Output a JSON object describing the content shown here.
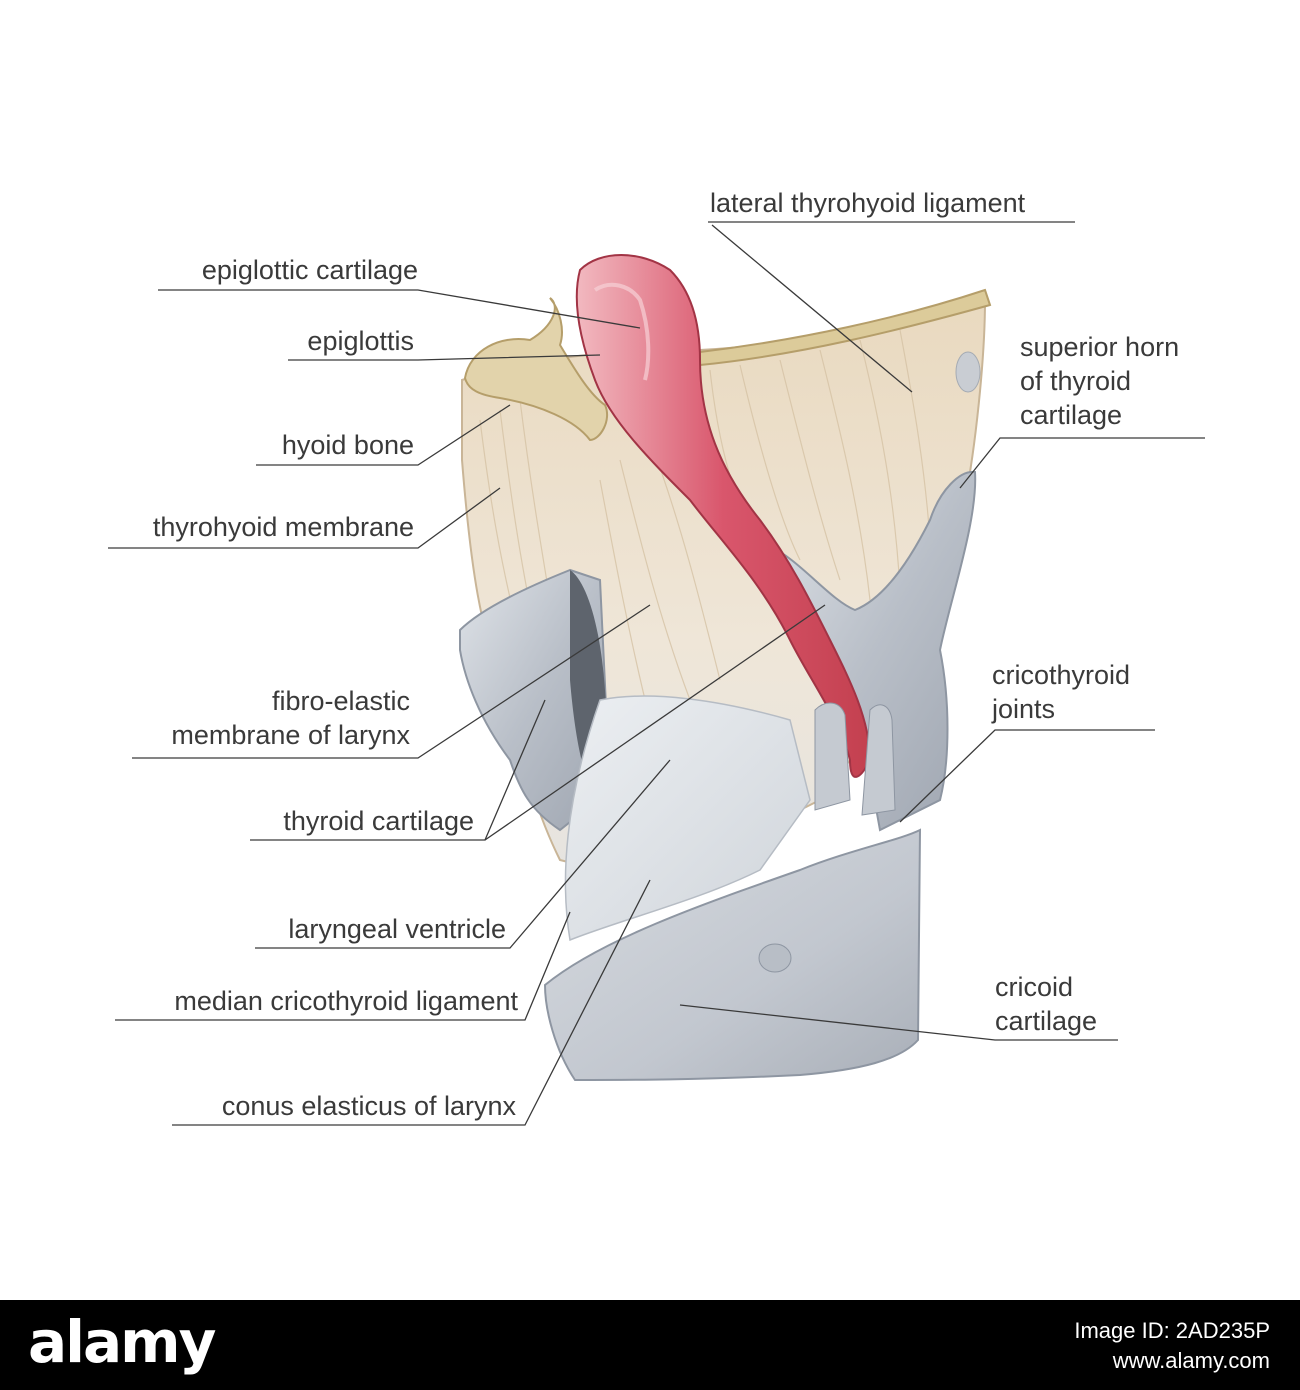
{
  "labels": {
    "lateral_thyrohyoid_ligament": "lateral thyrohyoid ligament",
    "epiglottic_cartilage": "epiglottic cartilage",
    "epiglottis": "epiglottis",
    "superior_horn": [
      "superior horn",
      "of thyroid",
      "cartilage"
    ],
    "hyoid_bone": "hyoid bone",
    "thyrohyoid_membrane": "thyrohyoid membrane",
    "fibro_elastic": [
      "fibro-elastic",
      "membrane of larynx"
    ],
    "cricothyroid_joints": [
      "cricothyroid",
      "joints"
    ],
    "thyroid_cartilage": "thyroid cartilage",
    "laryngeal_ventricle": "laryngeal ventricle",
    "median_cricothyroid_ligament": "median cricothyroid ligament",
    "cricoid_cartilage": [
      "cricoid",
      "cartilage"
    ],
    "conus_elasticus": "conus elasticus of larynx"
  },
  "footer": {
    "logo": "alamy",
    "image_id": "Image ID: 2AD235P",
    "url": "www.alamy.com"
  },
  "colors": {
    "cartilage": "#c3c8cf",
    "membrane": "#e8dccb",
    "epiglottis": "#d2546b",
    "bone": "#d8c9a0",
    "leader": "#3a3a3a"
  }
}
